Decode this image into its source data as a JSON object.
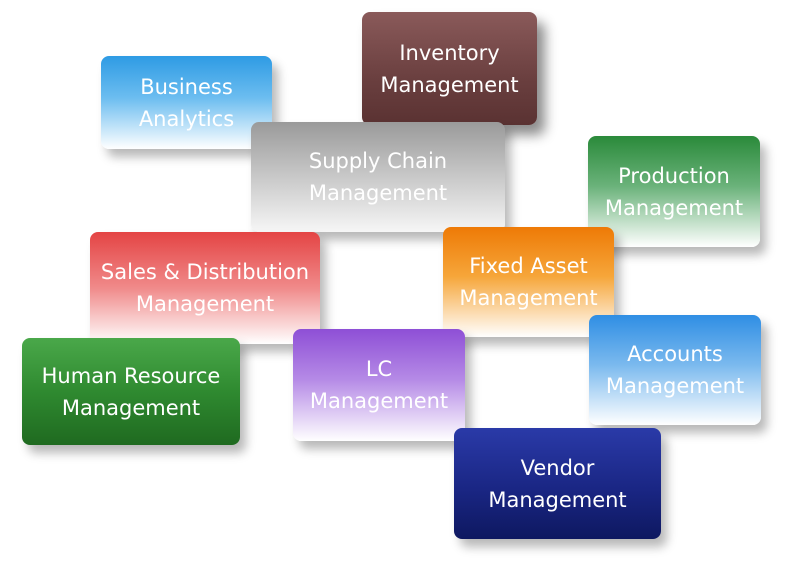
{
  "modules": {
    "business": {
      "line1": "Business",
      "line2": "Analytics"
    },
    "inventory": {
      "line1": "Inventory",
      "line2": "Management"
    },
    "supply": {
      "line1": "Supply Chain",
      "line2": "Management"
    },
    "production": {
      "line1": "Production",
      "line2": "Management"
    },
    "sales": {
      "line1": "Sales & Distribution",
      "line2": "Management"
    },
    "fixed": {
      "line1": "Fixed Asset",
      "line2": "Management"
    },
    "hr": {
      "line1": "Human Resource",
      "line2": "Management"
    },
    "lc": {
      "line1": "LC",
      "line2": "Management"
    },
    "accounts": {
      "line1": "Accounts",
      "line2": "Management"
    },
    "vendor": {
      "line1": "Vendor",
      "line2": "Management"
    }
  }
}
